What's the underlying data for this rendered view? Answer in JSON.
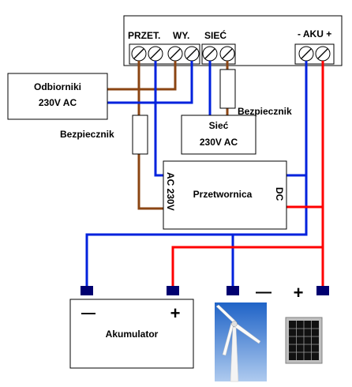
{
  "terminal_block": {
    "labels": {
      "przet": "PRZET.",
      "wy": "WY.",
      "siec": "SIEĆ",
      "aku": "- AKU +"
    }
  },
  "loads": {
    "line1": "Odbiorniki",
    "line2": "230V AC"
  },
  "fuses": {
    "siec_fuse": "Bezpiecznik",
    "load_fuse": "Bezpiecznik"
  },
  "mains": {
    "line1": "Sieć",
    "line2": "230V AC"
  },
  "inverter": {
    "title": "Przetwornica",
    "ac_label": "AC 230V",
    "dc_label": "DC"
  },
  "battery": {
    "title": "Akumulator",
    "minus": "—",
    "plus": "+"
  },
  "sources": {
    "minus": "—",
    "plus": "+"
  },
  "colors": {
    "brown_wire": "#8B4513",
    "blue_wire": "#0022DD",
    "red_wire": "#FF0000",
    "terminal_navy": "#000070"
  },
  "icons": [
    "wind-turbine-icon",
    "solar-panel-icon"
  ]
}
